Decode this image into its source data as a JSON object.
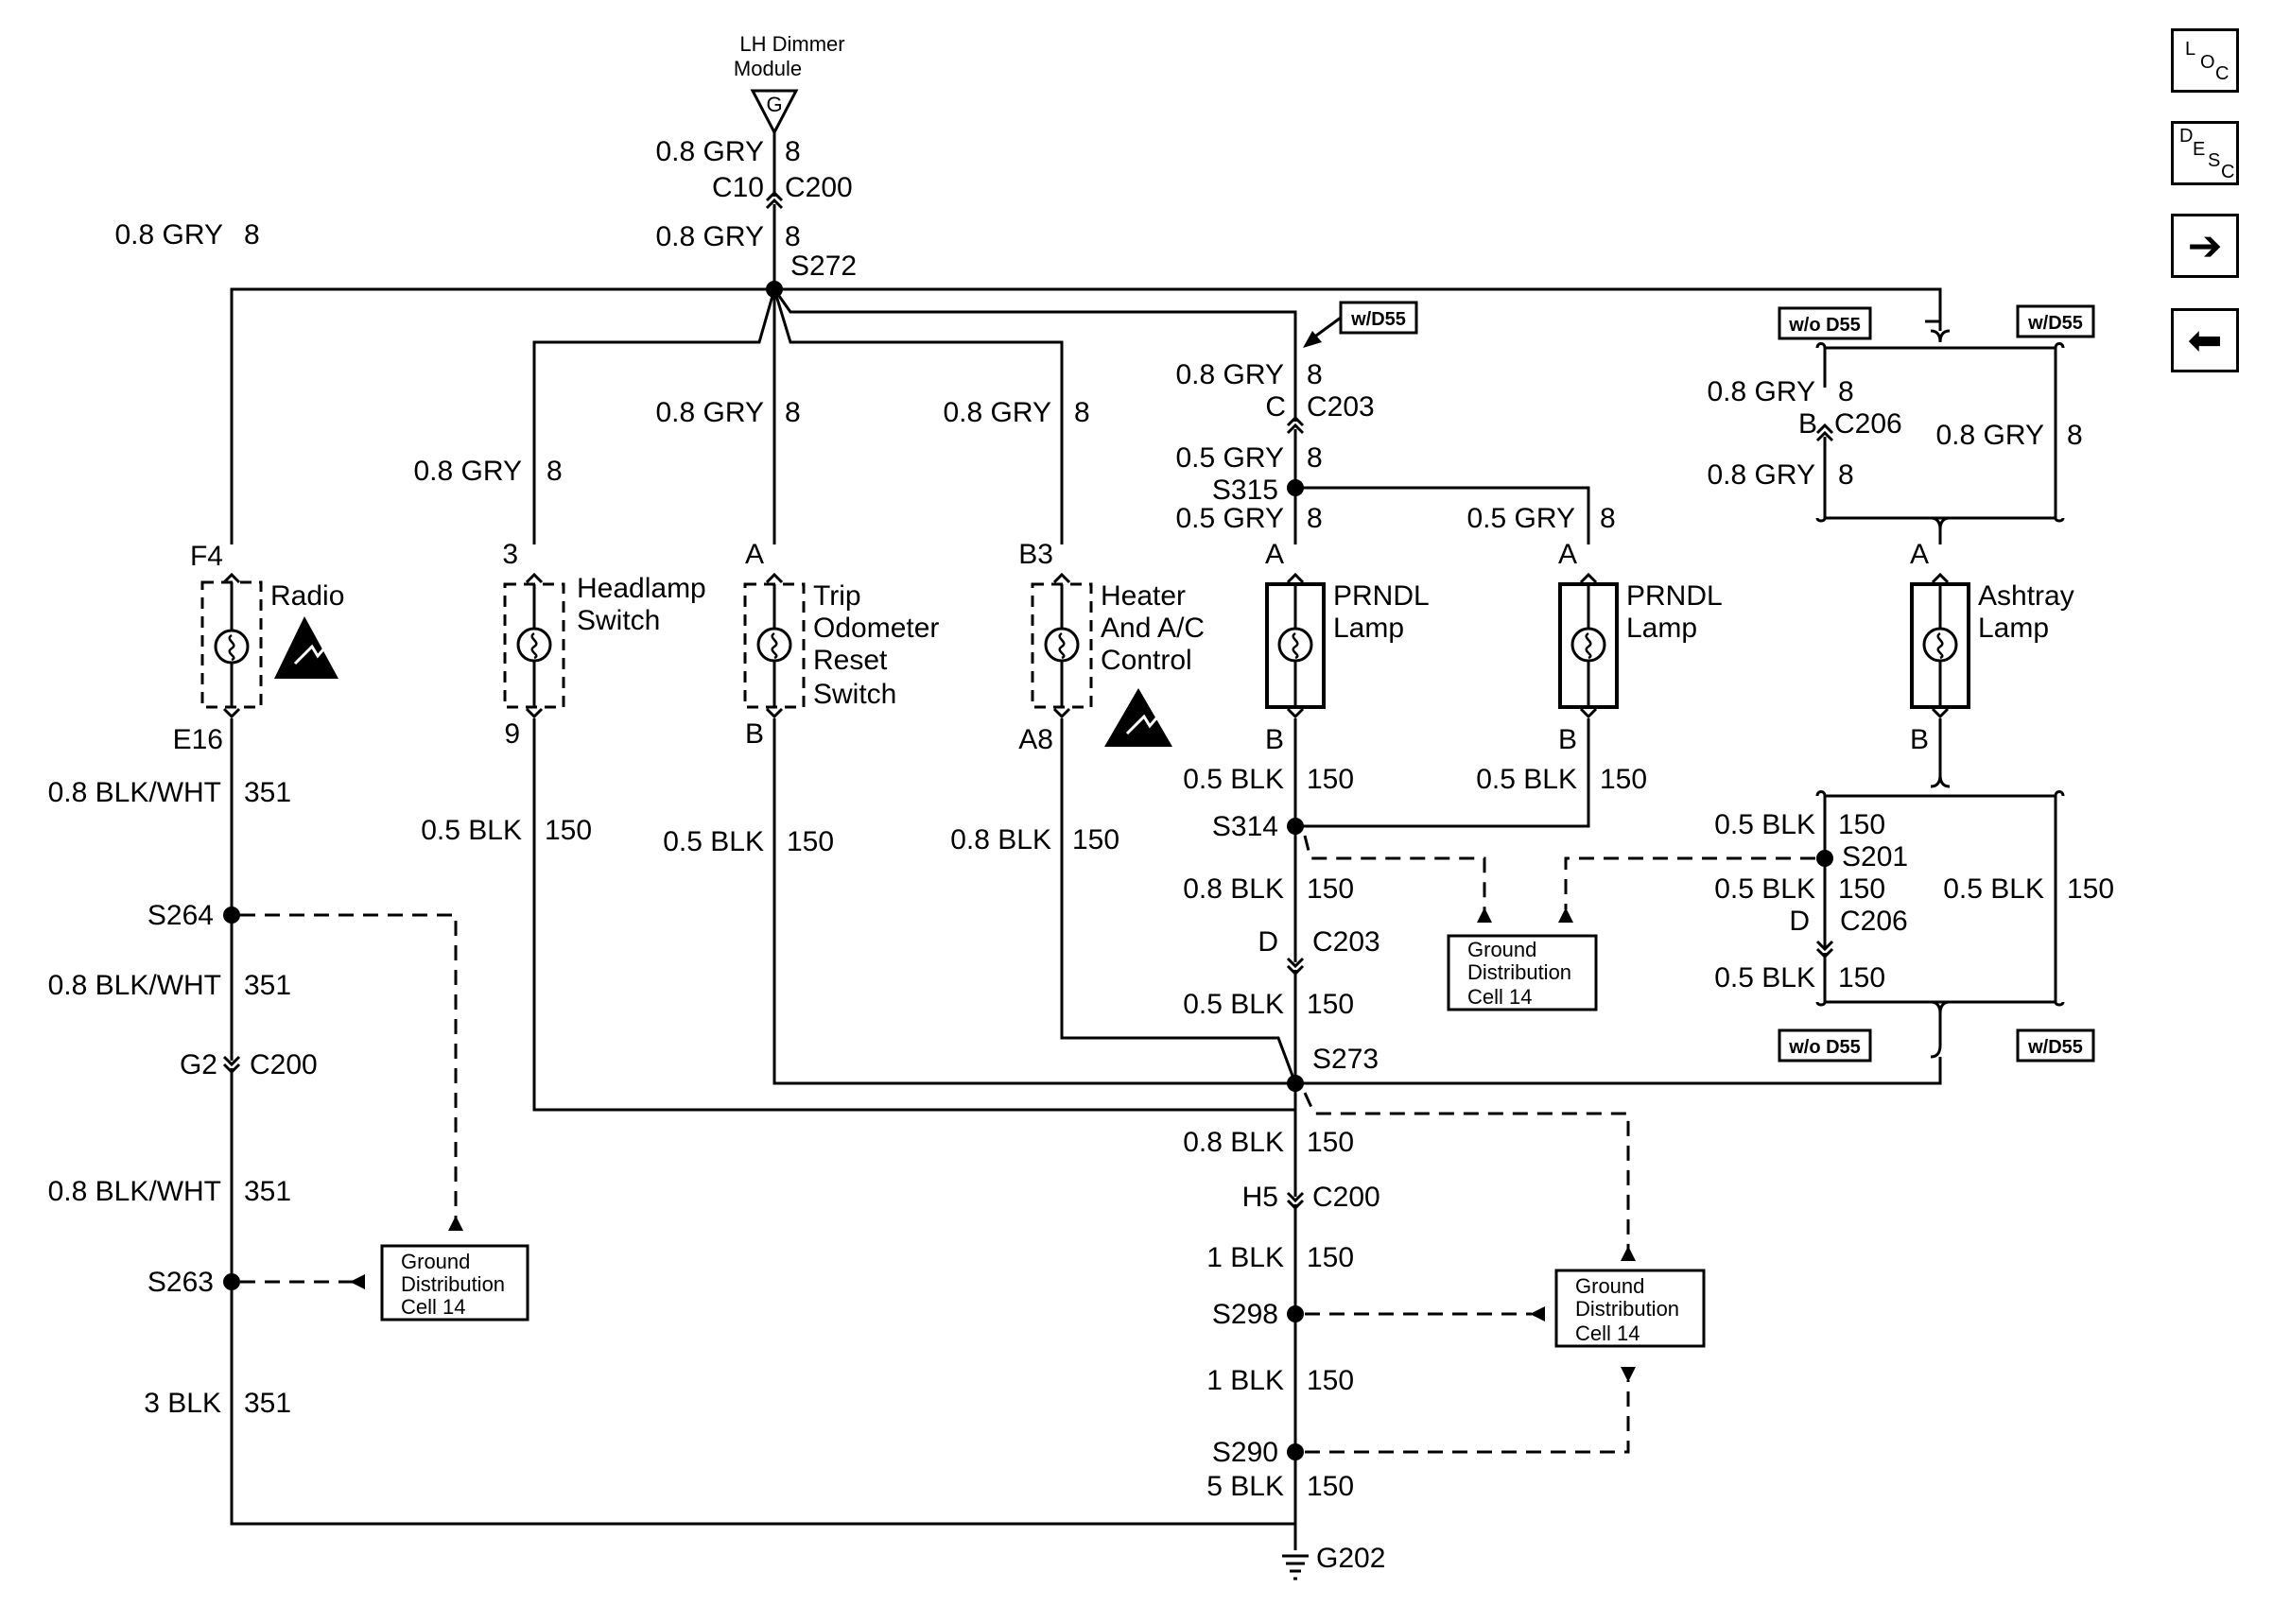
{
  "dimmer_module": {
    "line1": "LH Dimmer",
    "line2": "Module",
    "symbol": "G"
  },
  "connectors": {
    "c10": "C10",
    "c200_top": "C200",
    "c203_top": "C203",
    "c206_top": "C206",
    "c203_bot": "C203",
    "c206_bot": "C206",
    "c200_mid": "C200",
    "c200_bot": "C200",
    "c203_top_pin": "C",
    "c203_bot_pin": "D",
    "c206_top_pin": "B",
    "c206_bot_pin": "D",
    "c200_mid_pin": "G2",
    "c200_bot_pin": "H5"
  },
  "splices": {
    "s272": "S272",
    "s315": "S315",
    "s314": "S314",
    "s201": "S201",
    "s264": "S264",
    "s263": "S263",
    "s273": "S273",
    "s298": "S298",
    "s290": "S290",
    "g202": "G202"
  },
  "wires": {
    "gry08": "0.8 GRY",
    "gry05": "0.5 GRY",
    "ckt8": "8",
    "blkwht08": "0.8 BLK/WHT",
    "ckt351": "351",
    "blk3": "3 BLK",
    "blk05": "0.5 BLK",
    "blk08": "0.8 BLK",
    "blk1": "1 BLK",
    "blk5": "5 BLK",
    "ckt150": "150"
  },
  "options": {
    "with_d55": "w/D55",
    "without_d55": "w/o D55"
  },
  "components": {
    "radio": {
      "label": "Radio",
      "pin_top": "F4",
      "pin_bot": "E16"
    },
    "headlamp": {
      "line1": "Headlamp",
      "line2": "Switch",
      "pin_top": "3",
      "pin_bot": "9"
    },
    "trip": {
      "line1": "Trip",
      "line2": "Odometer",
      "line3": "Reset",
      "line4": "Switch",
      "pin_top": "A",
      "pin_bot": "B"
    },
    "heater": {
      "line1": "Heater",
      "line2": "And A/C",
      "line3": "Control",
      "pin_top": "B3",
      "pin_bot": "A8"
    },
    "prndl1": {
      "line1": "PRNDL",
      "line2": "Lamp",
      "pin_top": "A",
      "pin_bot": "B"
    },
    "prndl2": {
      "line1": "PRNDL",
      "line2": "Lamp",
      "pin_top": "A",
      "pin_bot": "B"
    },
    "ashtray": {
      "line1": "Ashtray",
      "line2": "Lamp",
      "pin_top": "A",
      "pin_bot": "B"
    }
  },
  "ground_box": {
    "line1": "Ground",
    "line2": "Distribution",
    "line3": "Cell 14"
  },
  "nav": {
    "loc": {
      "a": "L",
      "b": "O",
      "c": "C"
    },
    "desc": {
      "a": "D",
      "b": "E",
      "c": "S",
      "d": "C"
    },
    "next_icon": "arrow-right-icon",
    "prev_icon": "arrow-left-icon"
  }
}
